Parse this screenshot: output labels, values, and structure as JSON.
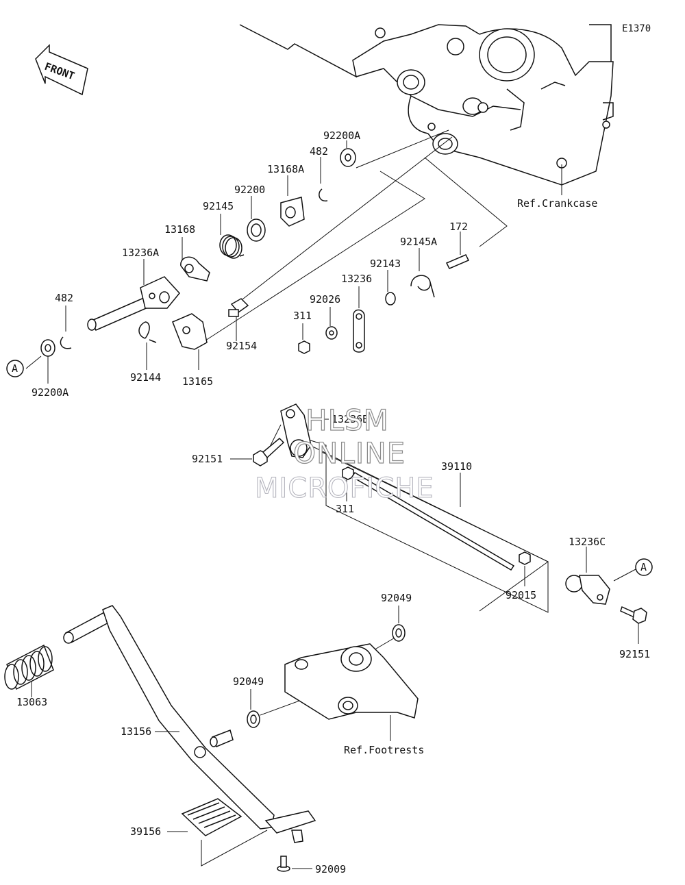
{
  "diagram_code": "E1370",
  "front_label": "FRONT",
  "callout_a": "A",
  "references": {
    "crankcase": "Ref.Crankcase",
    "footrests": "Ref.Footrests"
  },
  "watermark": {
    "line1": "HLSM",
    "line2": "ONLINE",
    "line3": "MICROFICHE"
  },
  "parts": {
    "p92200A_top": "92200A",
    "p482_top": "482",
    "p13168A": "13168A",
    "p92200": "92200",
    "p92145": "92145",
    "p13168": "13168",
    "p13236A": "13236A",
    "p482_left": "482",
    "p92200A_left": "92200A",
    "p92144": "92144",
    "p13165": "13165",
    "p92154": "92154",
    "p311_top": "311",
    "p92026": "92026",
    "p13236": "13236",
    "p92143": "92143",
    "p92145A": "92145A",
    "p172": "172",
    "p13236B": "13236B",
    "p92151_left": "92151",
    "p311_mid": "311",
    "p39110": "39110",
    "p92015": "92015",
    "p13236C": "13236C",
    "p92151_right": "92151",
    "p92049_top": "92049",
    "p92049_mid": "92049",
    "p13063": "13063",
    "p13156": "13156",
    "p39156": "39156",
    "p92009": "92009"
  }
}
